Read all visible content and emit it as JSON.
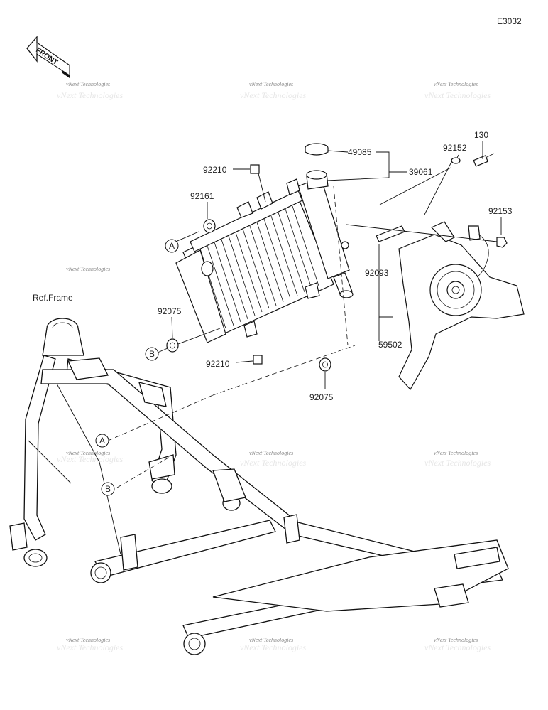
{
  "diagram_code": "E3032",
  "front_arrow_text": "FRONT",
  "watermark": "vNext Technologies",
  "callouts": [
    {
      "id": "49085",
      "text": "49085"
    },
    {
      "id": "39061",
      "text": "39061"
    },
    {
      "id": "92210-top",
      "text": "92210"
    },
    {
      "id": "92161",
      "text": "92161"
    },
    {
      "id": "92152",
      "text": "92152"
    },
    {
      "id": "130",
      "text": "130"
    },
    {
      "id": "92153",
      "text": "92153"
    },
    {
      "id": "92093",
      "text": "92093"
    },
    {
      "id": "59502",
      "text": "59502"
    },
    {
      "id": "92075-left",
      "text": "92075"
    },
    {
      "id": "92210-bottom",
      "text": "92210"
    },
    {
      "id": "92075-bottom",
      "text": "92075"
    },
    {
      "id": "ref-frame",
      "text": "Ref.Frame"
    }
  ],
  "markers": [
    {
      "id": "A-radiator",
      "text": "A"
    },
    {
      "id": "B-radiator",
      "text": "B"
    },
    {
      "id": "A-frame",
      "text": "A"
    },
    {
      "id": "B-frame",
      "text": "B"
    }
  ]
}
